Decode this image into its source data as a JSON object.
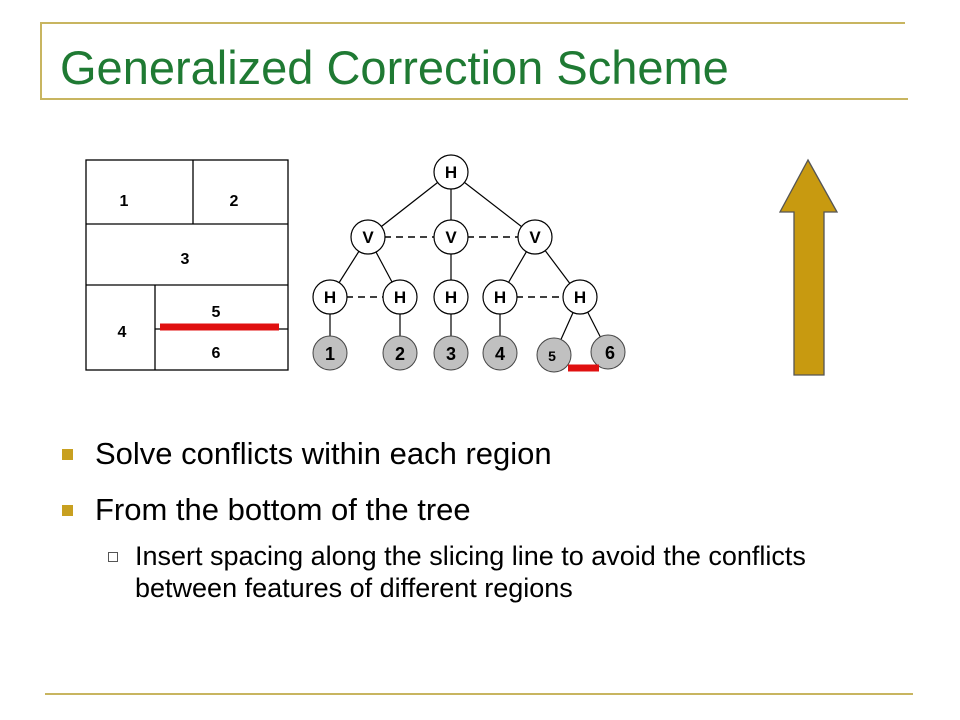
{
  "title": "Generalized Correction Scheme",
  "layout_regions": [
    "1",
    "2",
    "3",
    "4",
    "5",
    "6"
  ],
  "tree": {
    "root": "H",
    "level2": [
      "V",
      "V",
      "V"
    ],
    "level3": [
      "H",
      "H",
      "H",
      "H",
      "H"
    ],
    "leaves": [
      "1",
      "2",
      "3",
      "4",
      "5",
      "6"
    ]
  },
  "bullets": [
    "Solve conflicts within each region",
    "From the bottom of the tree"
  ],
  "sub_bullet": "Insert spacing along the slicing line to avoid the conflicts between features of different regions",
  "colors": {
    "title": "#1f7a33",
    "accent": "#c8b560",
    "bullet": "#c8a020",
    "arrow": "#c89a10",
    "conflict": "#e01010",
    "leaf": "#c0c0c0"
  }
}
